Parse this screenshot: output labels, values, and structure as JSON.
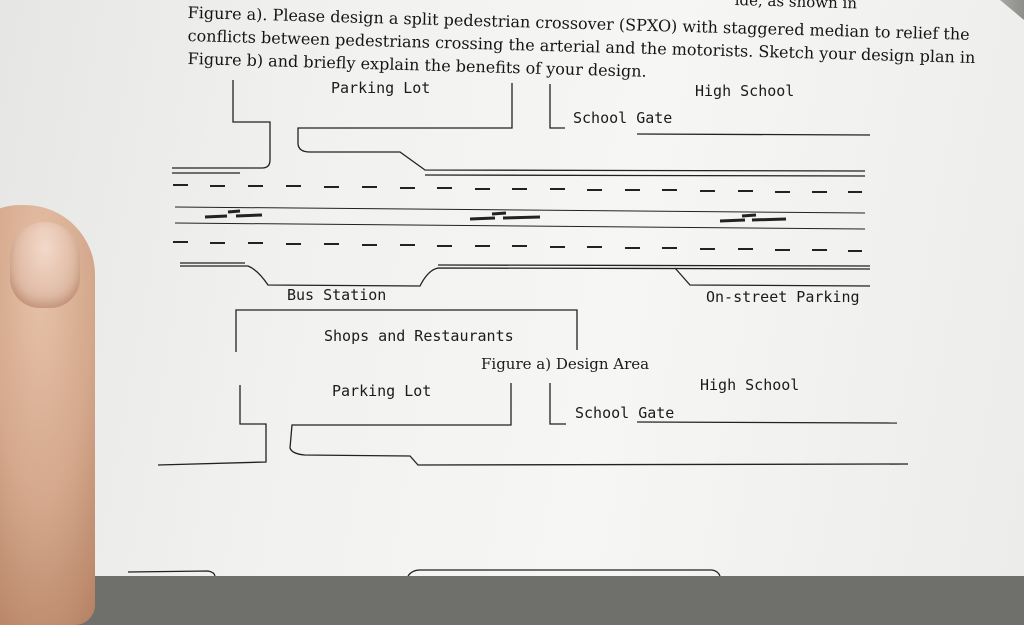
{
  "question": {
    "top_fragment": "ide, as shown in",
    "line1": "Figure a). Please design a split pedestrian crossover (SPXO) with staggered median to relief the",
    "line2": "conflicts between pedestrians crossing the arterial and the motorists. Sketch your design plan in",
    "line3": "Figure b) and briefly explain the benefits of your design."
  },
  "figure_a": {
    "parking_lot": "Parking Lot",
    "high_school": "High School",
    "school_gate": "School Gate",
    "bus_station": "Bus Station",
    "on_street_parking": "On-street Parking",
    "shops": "Shops and Restaurants",
    "caption": "Figure a) Design Area"
  },
  "figure_b": {
    "parking_lot": "Parking Lot",
    "high_school": "High School",
    "school_gate": "School Gate"
  }
}
